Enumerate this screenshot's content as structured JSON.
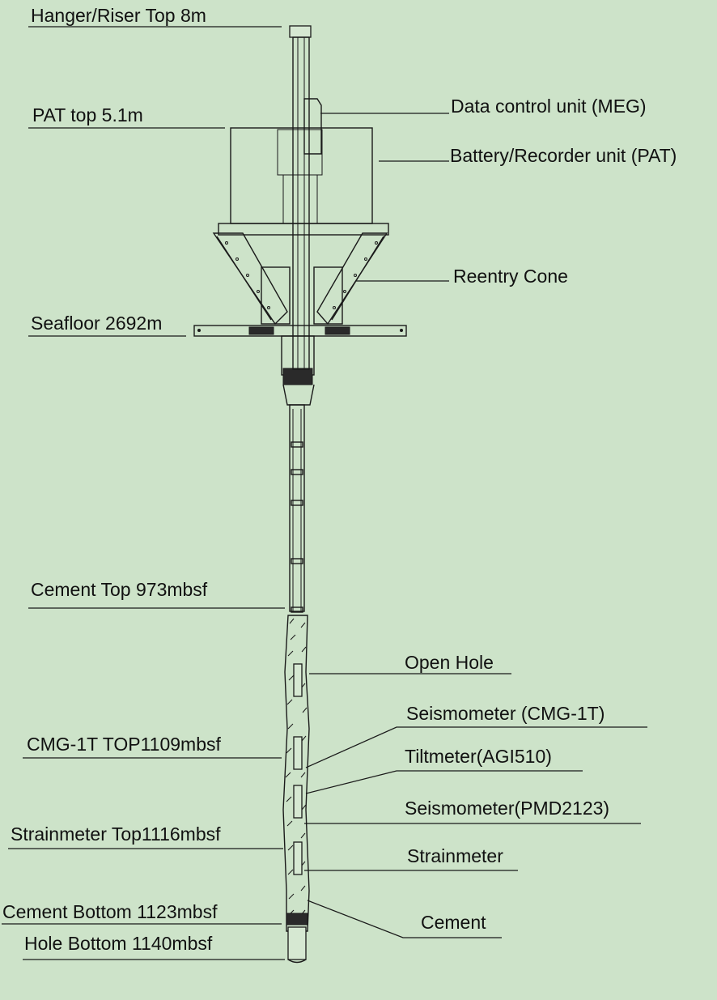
{
  "colors": {
    "background": "#cde3c9",
    "ink": "#1a1a1a"
  },
  "left_labels": {
    "hanger_riser_top": "Hanger/Riser Top 8m",
    "pat_top": "PAT top 5.1m",
    "seafloor": "Seafloor 2692m",
    "cement_top": "Cement Top 973mbsf",
    "cmg_top": "CMG-1T TOP1109mbsf",
    "strainmeter_top": "Strainmeter Top1116mbsf",
    "cement_bottom": "Cement Bottom 1123mbsf",
    "hole_bottom": "Hole Bottom 1140mbsf"
  },
  "right_labels": {
    "data_control_unit": "Data control unit (MEG)",
    "battery_recorder": "Battery/Recorder unit (PAT)",
    "reentry_cone": "Reentry Cone",
    "open_hole": "Open Hole",
    "seismometer_cmg": "Seismometer (CMG-1T)",
    "tiltmeter": "Tiltmeter(AGI510)",
    "seismometer_pmd": "Seismometer(PMD2123)",
    "strainmeter": "Strainmeter",
    "cement": "Cement"
  }
}
